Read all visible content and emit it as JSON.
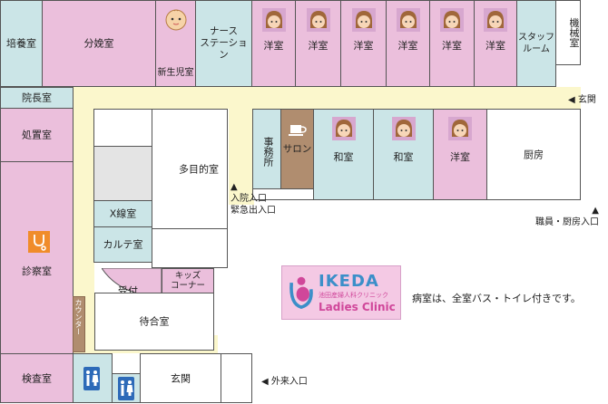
{
  "rooms": {
    "baiyoushitsu": "培養室",
    "bunbenshitsu": "分娩室",
    "shinseijishitsu": "新生児室",
    "nurse_station": "ナース\nステーション",
    "youshitsu": "洋室",
    "staff_room": "スタッフ\nルーム",
    "kikaishitsu": "機械室",
    "inchoushitsu": "院長室",
    "shochishitsu": "処置室",
    "shinsatsushitsu": "診察室",
    "kensashitsu": "検査室",
    "tamokuteki": "多目的室",
    "xsen": "X線室",
    "karute": "カルテ室",
    "uketsuke": "受付",
    "kids": "キッズ\nコーナー",
    "machiai": "待合室",
    "genkan": "玄関",
    "counter": "カウンター",
    "jimusho": "事務所",
    "salon": "サロン",
    "washitsu": "和室",
    "chubou": "厨房"
  },
  "entrances": {
    "genkan_top": "◀ 玄関",
    "nyuin": "▲\n入院入口\n緊急出入口",
    "shokuin": "▲\n職員・厨房入口",
    "gairai": "◀ 外来入口"
  },
  "logo": {
    "main": "IKEDA",
    "sub": "池田産婦人科クリニック",
    "en": "Ladies Clinic"
  },
  "note": "病室は、全室バス・トイレ付きです。",
  "colors": {
    "room_pink": "#ebbfdc",
    "room_cyan": "#cbe5e7",
    "corridor": "#fbf7cc",
    "wc_blue": "#2d6ab8",
    "salon": "#b08d6f",
    "logo_pink": "#d0479a"
  }
}
